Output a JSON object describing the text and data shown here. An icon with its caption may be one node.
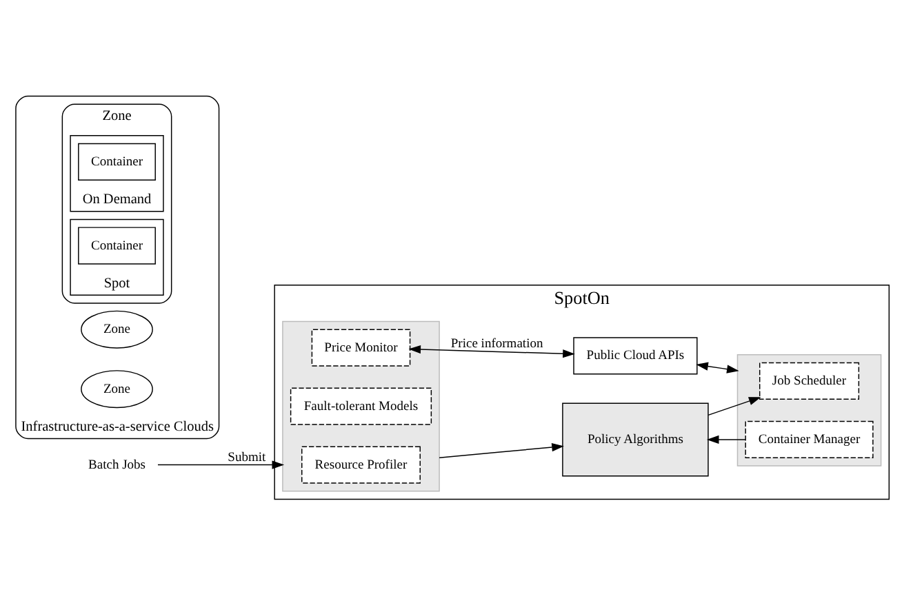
{
  "diagram": {
    "nodes": [
      {
        "text": [
          "SpotOn"
        ]
      },
      {
        "text": [],
        "shape": "box",
        "in": 0
      },
      {
        "text": [
          "Resource Profiler"
        ],
        "in": 1
      },
      {
        "text": [
          "Fault-tolerant Models"
        ],
        "in": 1
      },
      {
        "text": [
          "Price Monitor"
        ],
        "in": 1
      },
      {
        "text": [
          "Policy Algorithms"
        ],
        "in": 0
      },
      {
        "text": [],
        "shape": "box",
        "in": 0
      },
      {
        "text": [
          "Job Scheduler"
        ],
        "in": 6
      },
      {
        "text": [
          "Container Manager"
        ],
        "in": 6
      },
      {
        "text": [
          "Public Cloud APIs"
        ],
        "in": 0
      },
      {
        "text": [
          "Batch Jobs"
        ]
      },
      {
        "text": [
          "Infrastructure-as-a-service Clouds"
        ]
      },
      {
        "text": [
          "Zone"
        ],
        "in": 11
      },
      {
        "text": [
          "On Demand"
        ],
        "in": 12
      },
      {
        "text": [
          "Container"
        ],
        "in": 13
      },
      {
        "text": [
          "Spot"
        ],
        "in": 12
      },
      {
        "text": [
          "Container"
        ],
        "in": 15
      },
      {
        "text": [
          "Zone"
        ],
        "in": 11
      },
      {
        "text": [
          "Zone"
        ],
        "in": 11
      }
    ],
    "edges": [
      {
        "from": 10,
        "to": 1,
        "arrow": "to",
        "label": "Submit"
      },
      {
        "from": 1,
        "to": 5,
        "arrow": "to"
      },
      {
        "from": 5,
        "to": 7,
        "arrow": "to"
      },
      {
        "from": 8,
        "to": 5,
        "arrow": "to"
      },
      {
        "from": 4,
        "to": 9,
        "arrow": "both",
        "label": "Price information"
      },
      {
        "from": 9,
        "to": 6,
        "arrow": "both"
      }
    ]
  }
}
